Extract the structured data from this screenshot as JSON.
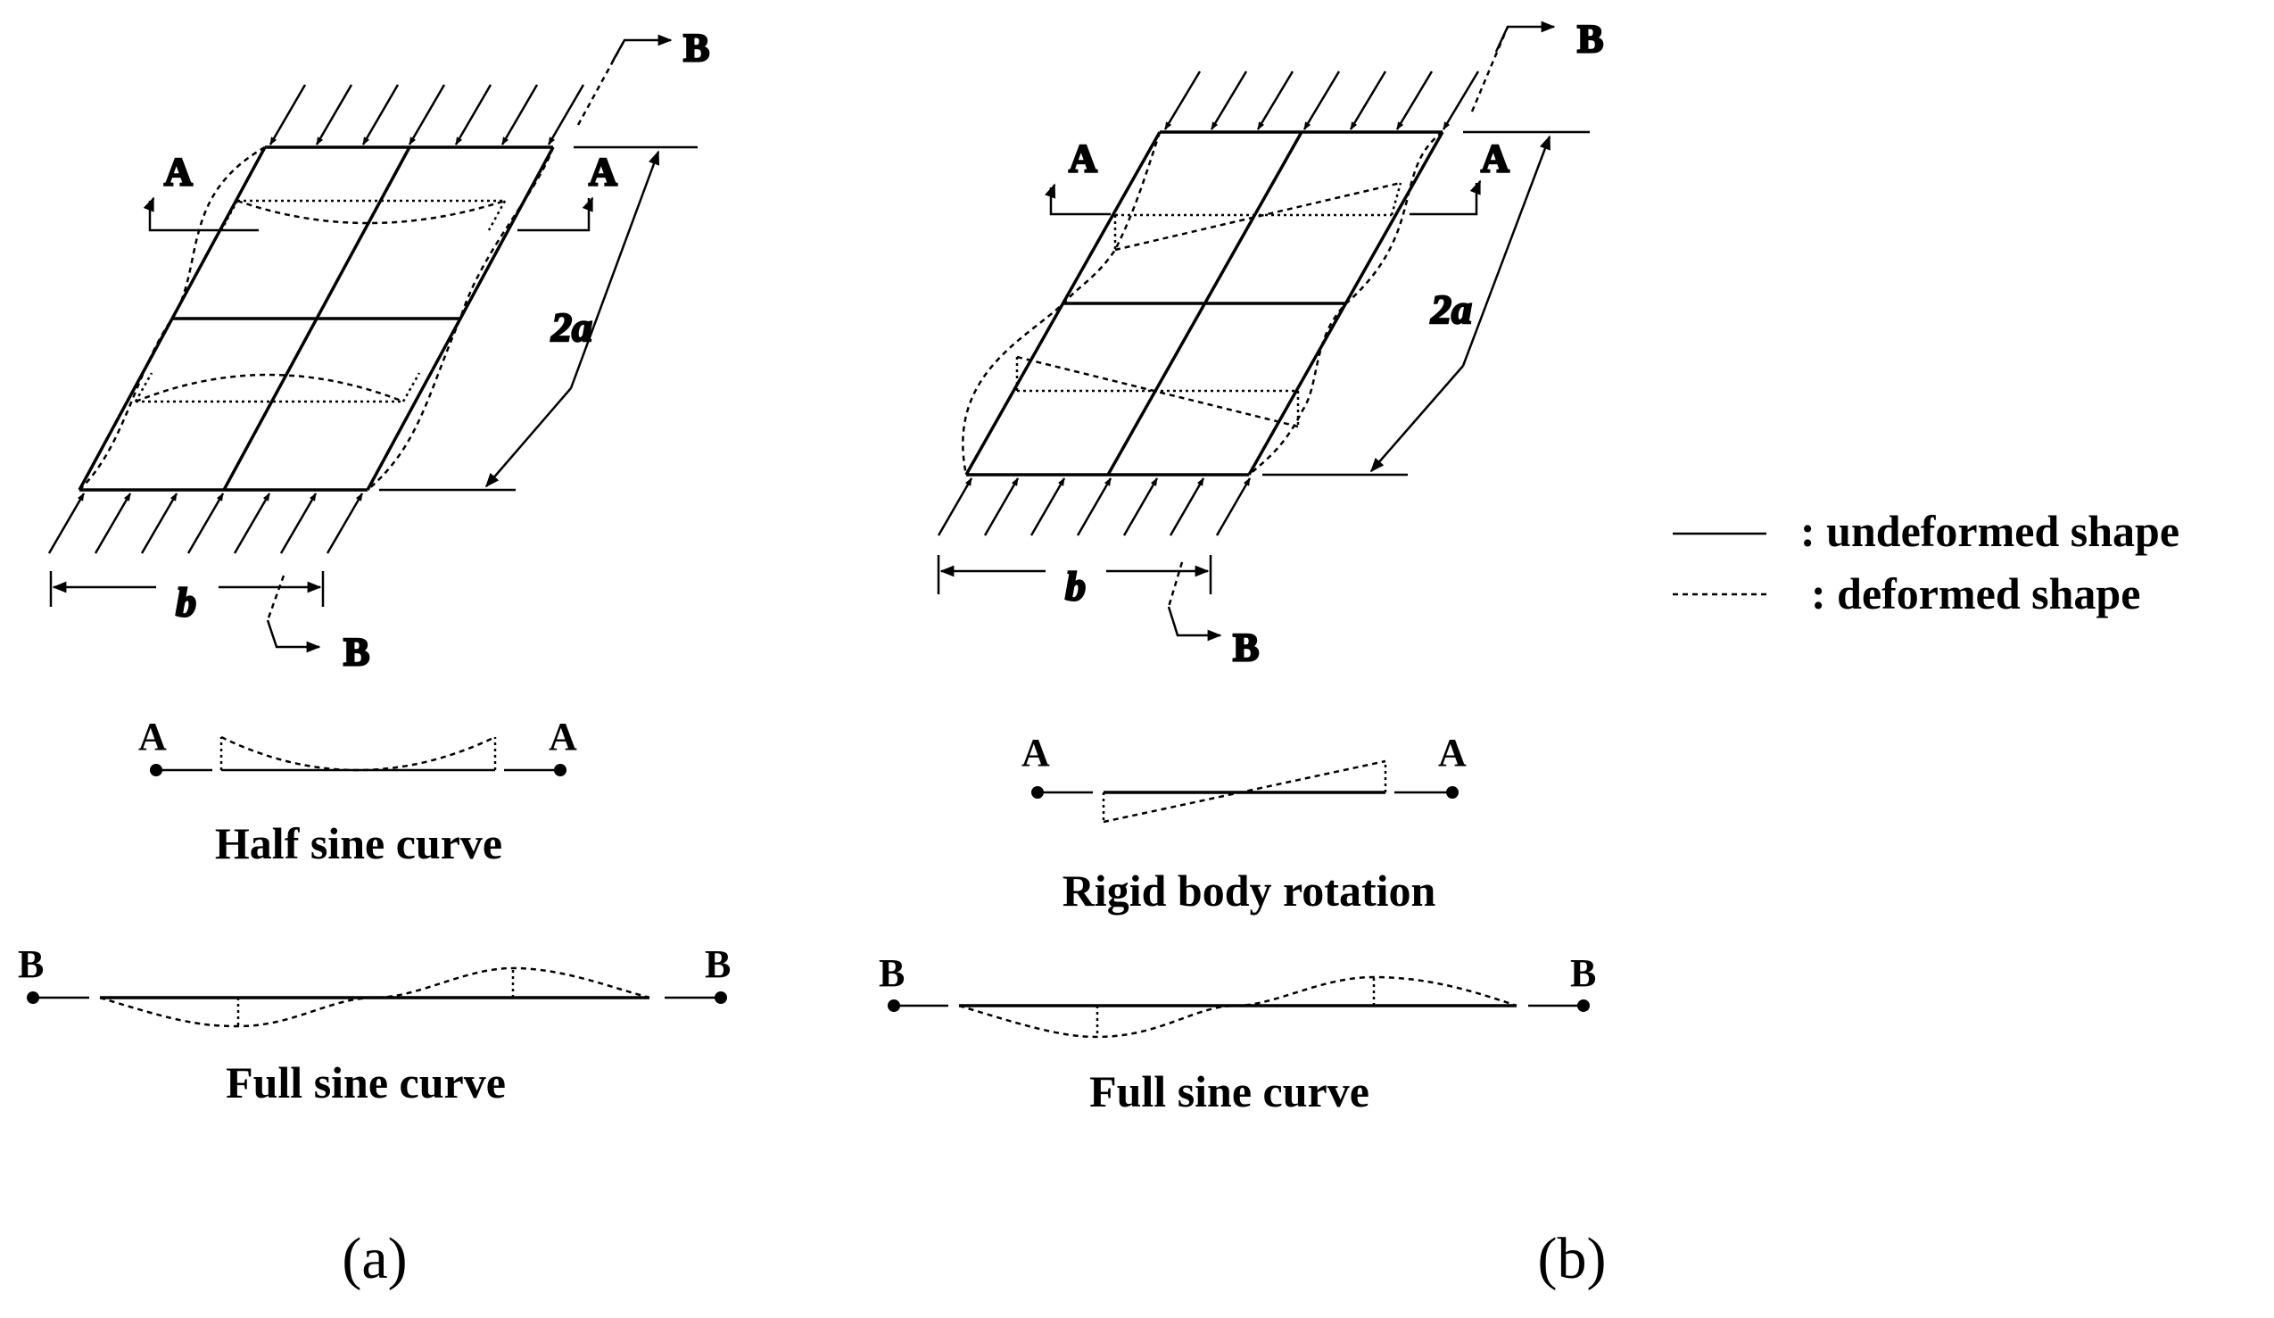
{
  "panel_a": {
    "section_labels": {
      "a_left": "A",
      "a_right": "A",
      "b_top": "B",
      "b_bottom": "B"
    },
    "dimensions": {
      "length": "2a",
      "width": "b"
    },
    "section_a": {
      "left": "A",
      "right": "A",
      "caption": "Half sine curve"
    },
    "section_b": {
      "left": "B",
      "right": "B",
      "caption": "Full sine curve"
    },
    "panel_label": "(a)"
  },
  "panel_b": {
    "section_labels": {
      "a_left": "A",
      "a_right": "A",
      "b_top": "B",
      "b_bottom": "B"
    },
    "dimensions": {
      "length": "2a",
      "width": "b"
    },
    "section_a": {
      "left": "A",
      "right": "A",
      "caption": "Rigid body rotation"
    },
    "section_b": {
      "left": "B",
      "right": "B",
      "caption": "Full sine curve"
    },
    "panel_label": "(b)"
  },
  "legend": {
    "undeformed": ": undeformed shape",
    "deformed": ": deformed shape"
  }
}
